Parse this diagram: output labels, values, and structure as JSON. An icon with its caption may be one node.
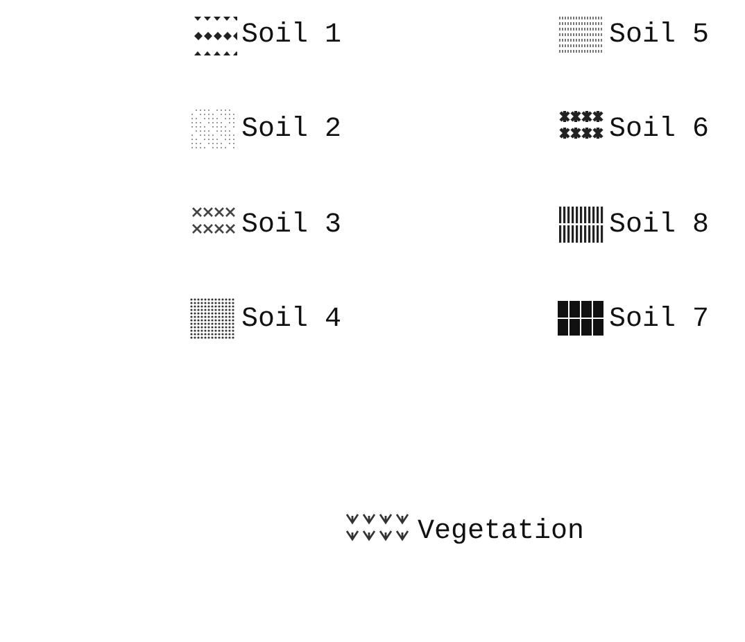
{
  "diagram": {
    "legend": [
      {
        "text": "Soil 1"
      },
      {
        "text": "Soil 5"
      },
      {
        "text": "Soil 2"
      },
      {
        "text": "Soil 6"
      },
      {
        "text": "Soil 3"
      },
      {
        "text": "Soil 8"
      },
      {
        "text": "Soil 4"
      },
      {
        "text": "Soil 7"
      },
      {
        "text": "Vegetation"
      }
    ]
  }
}
